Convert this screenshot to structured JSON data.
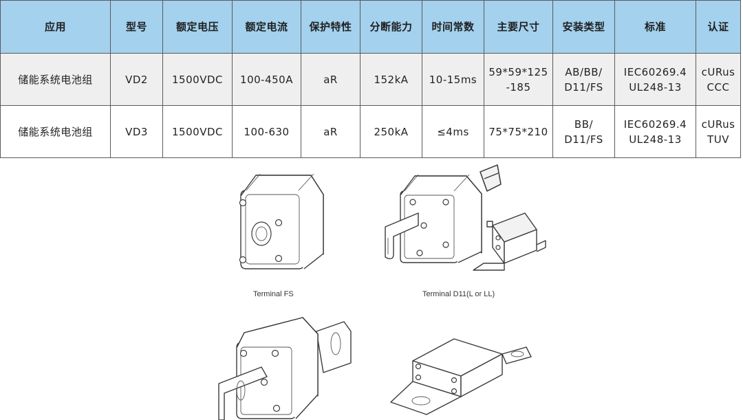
{
  "table": {
    "headers": [
      "应用",
      "型号",
      "额定电压",
      "额定电流",
      "保护特性",
      "分断能力",
      "时间常数",
      "主要尺寸",
      "安装类型",
      "标准",
      "认证"
    ],
    "rows": [
      {
        "application": "储能系统电池组",
        "model": "VD2",
        "voltage": "1500VDC",
        "current": "100-450A",
        "characteristic": "aR",
        "breaking": "152kA",
        "time_constant": "10-15ms",
        "dimensions": [
          "59*59*125",
          "-185"
        ],
        "mounting": [
          "AB/BB/",
          "D11/FS"
        ],
        "standard": [
          "IEC60269.4",
          "UL248-13"
        ],
        "certification": [
          "cURus",
          "CCC"
        ]
      },
      {
        "application": "储能系统电池组",
        "model": "VD3",
        "voltage": "1500VDC",
        "current": "100-630",
        "characteristic": "aR",
        "breaking": "250kA",
        "time_constant": "≤4ms",
        "dimensions": [
          "75*75*210"
        ],
        "mounting": [
          "BB/",
          "D11/FS"
        ],
        "standard": [
          "IEC60269.4",
          "UL248-13"
        ],
        "certification": [
          "cURus",
          "TUV"
        ]
      }
    ]
  },
  "figures": {
    "caption_fs": "Terminal FS",
    "caption_d11": "Terminal D11(L or LL)"
  },
  "colors": {
    "header_bg": "#a3d1ee",
    "row1_bg": "#efefef",
    "row2_bg": "#ffffff",
    "border": "#5a5a5a"
  }
}
